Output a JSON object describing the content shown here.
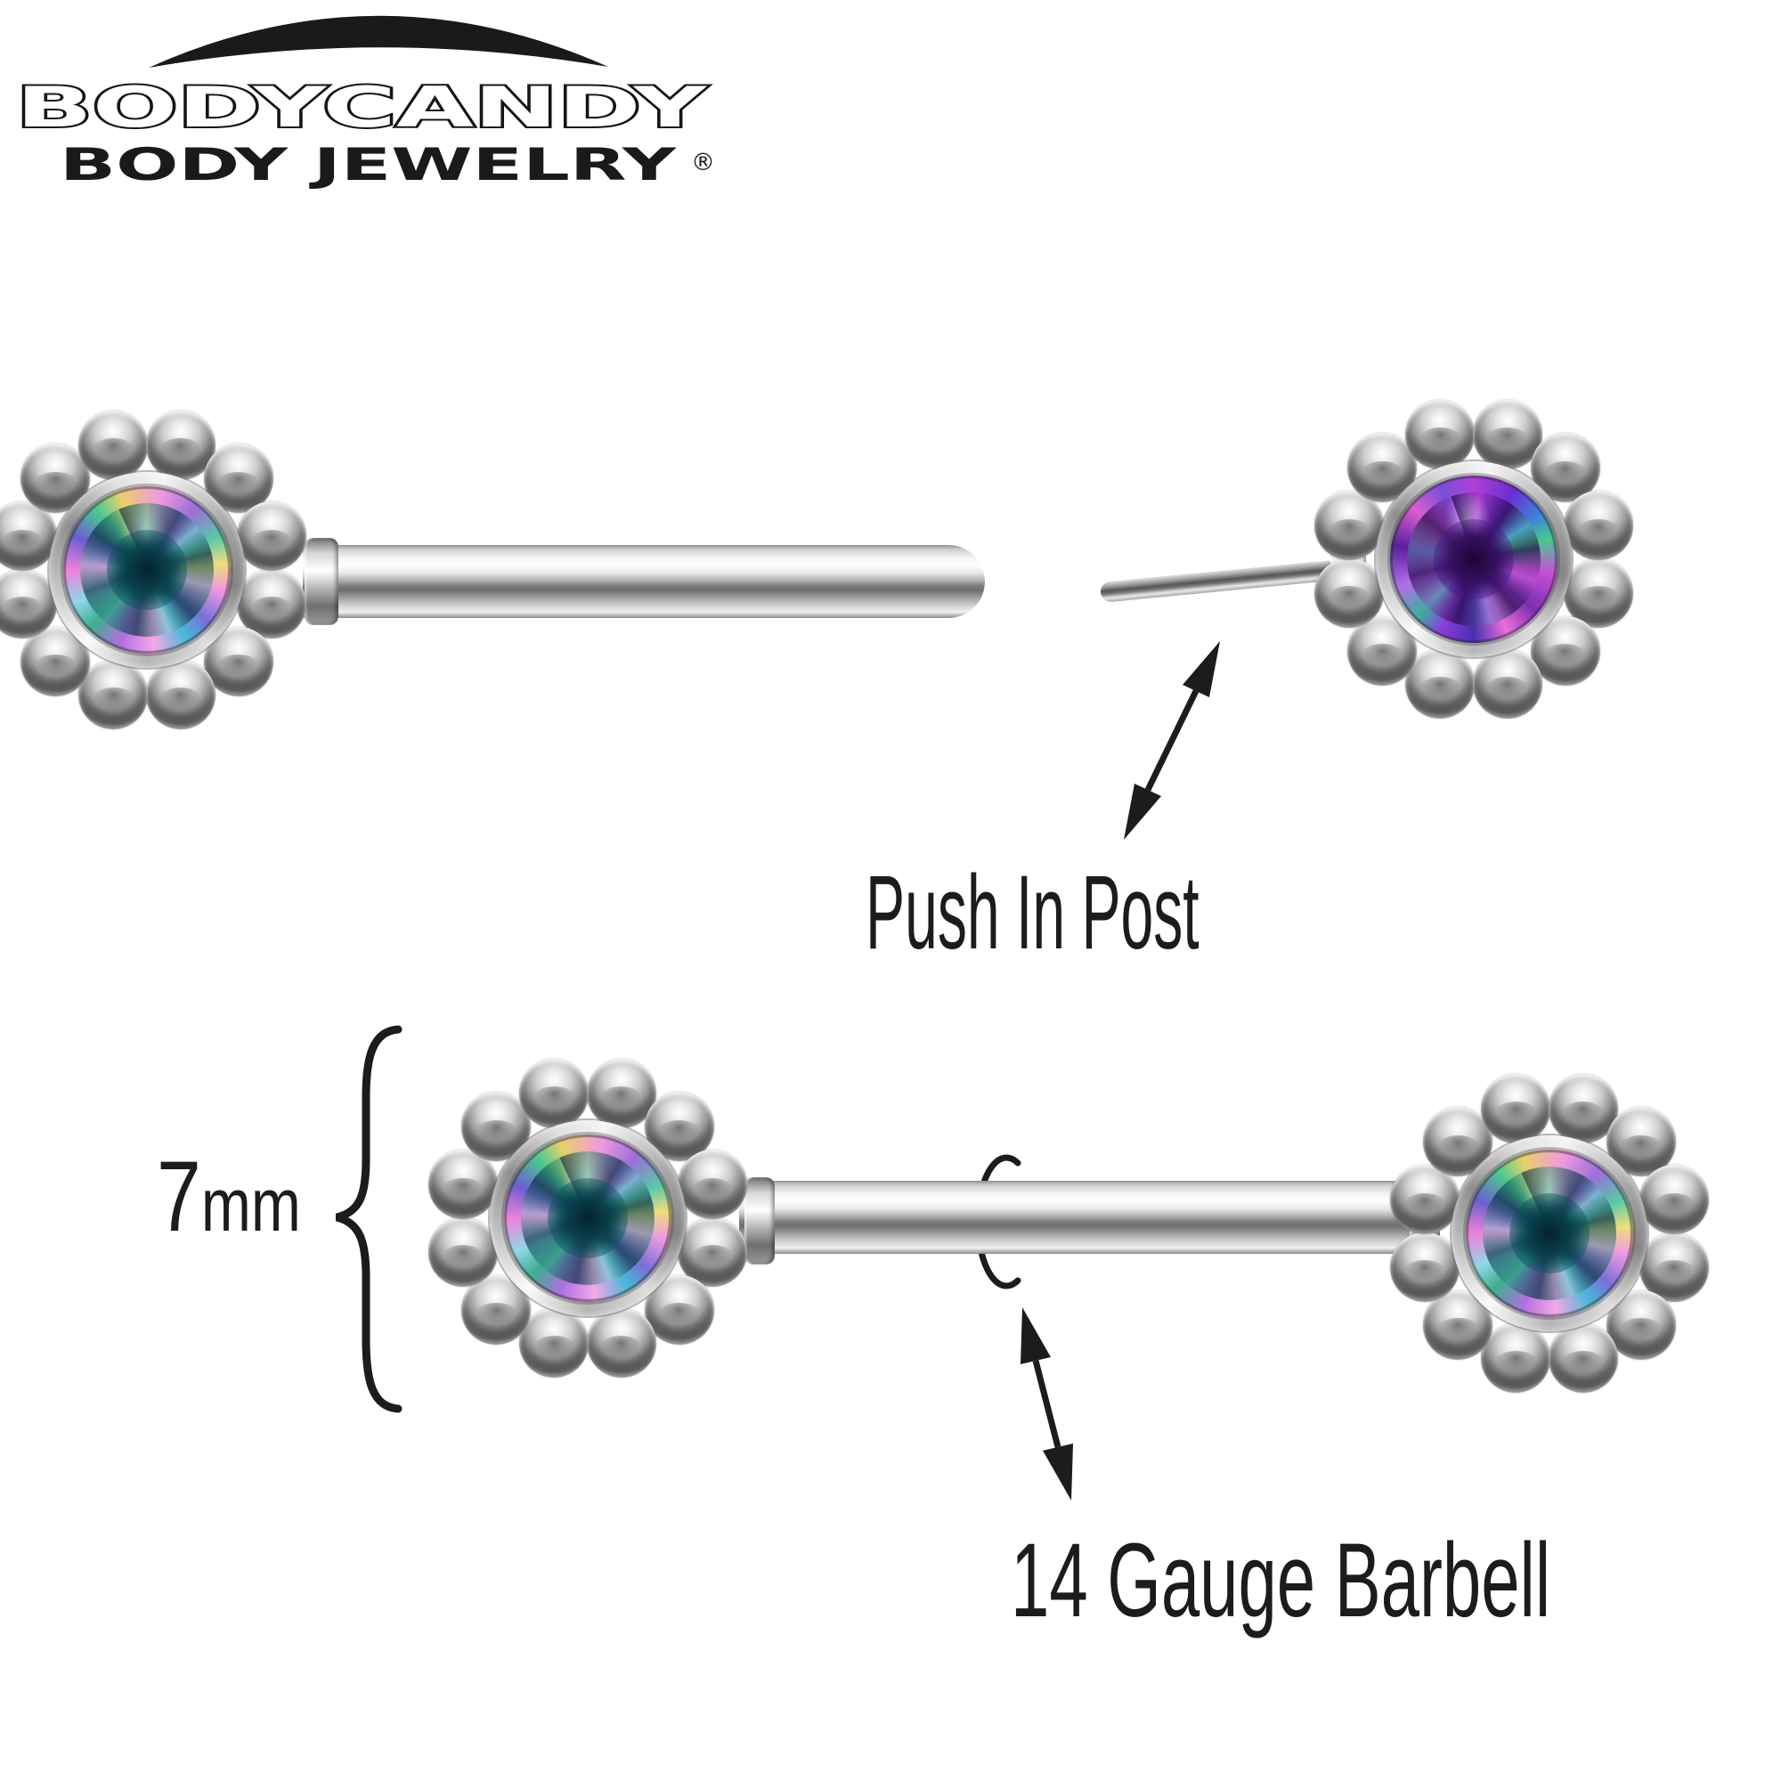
{
  "brand": {
    "name": "BODYCANDY",
    "tagline": "BODY JEWELRY",
    "registered_mark": "®"
  },
  "annotations": {
    "push_in_post": {
      "label": "Push In Post"
    },
    "length": {
      "value": "7",
      "unit": "mm"
    },
    "gauge": {
      "label": "14 Gauge Barbell"
    }
  },
  "colors": {
    "background": "#ffffff",
    "ink": "#1c1c1c",
    "metal_light": "#f5f5f5",
    "metal_mid": "#b5b5b5",
    "metal_dark": "#5a5a5a",
    "gem_mystic_center": "#0a3d4a",
    "gem_mystic_pink": "#f09ae0",
    "gem_mystic_green": "#49c98f",
    "gem_purple_center": "#3a1470",
    "gem_purple_magenta": "#c84fd8"
  }
}
